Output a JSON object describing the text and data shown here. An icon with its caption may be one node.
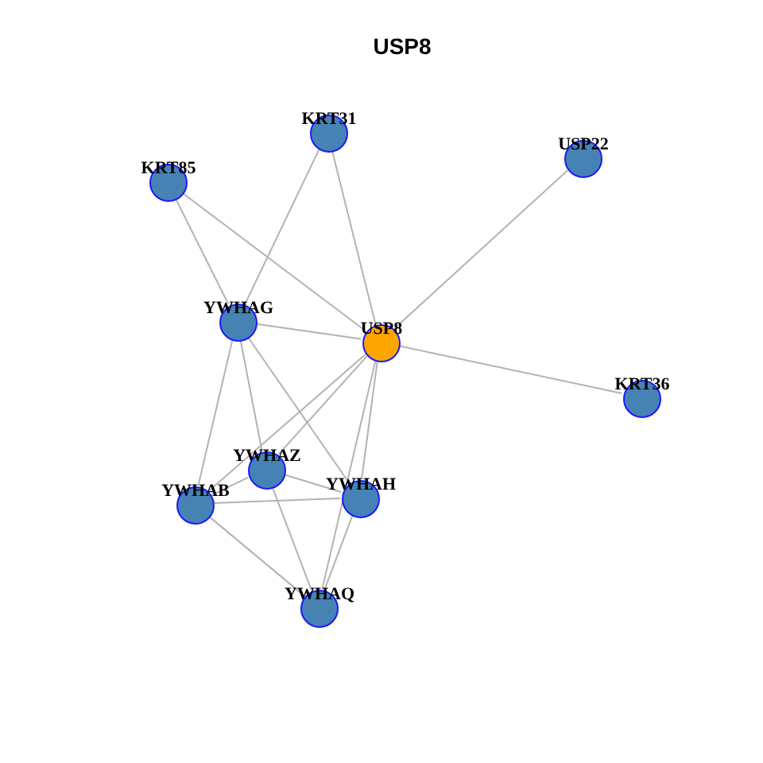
{
  "diagram": {
    "title": "USP8",
    "nodes": [
      {
        "text": [
          "USP8"
        ]
      },
      {
        "text": [
          "KRT31"
        ]
      },
      {
        "text": [
          "USP22"
        ]
      },
      {
        "text": [
          "KRT85"
        ]
      },
      {
        "text": [
          "YWHAG"
        ]
      },
      {
        "text": [
          "KRT36"
        ]
      },
      {
        "text": [
          "YWHAZ"
        ]
      },
      {
        "text": [
          "YWHAB"
        ]
      },
      {
        "text": [
          "YWHAH"
        ]
      },
      {
        "text": [
          "YWHAQ"
        ]
      }
    ],
    "edges": [
      {
        "from": 1,
        "to": 0,
        "arrow": "none"
      },
      {
        "from": 1,
        "to": 4,
        "arrow": "none"
      },
      {
        "from": 2,
        "to": 0,
        "arrow": "none"
      },
      {
        "from": 3,
        "to": 0,
        "arrow": "none"
      },
      {
        "from": 3,
        "to": 4,
        "arrow": "none"
      },
      {
        "from": 4,
        "to": 0,
        "arrow": "none"
      },
      {
        "from": 0,
        "to": 5,
        "arrow": "none"
      },
      {
        "from": 0,
        "to": 6,
        "arrow": "none"
      },
      {
        "from": 0,
        "to": 7,
        "arrow": "none"
      },
      {
        "from": 0,
        "to": 8,
        "arrow": "none"
      },
      {
        "from": 0,
        "to": 9,
        "arrow": "none"
      },
      {
        "from": 4,
        "to": 7,
        "arrow": "none"
      },
      {
        "from": 4,
        "to": 6,
        "arrow": "none"
      },
      {
        "from": 4,
        "to": 8,
        "arrow": "none"
      },
      {
        "from": 6,
        "to": 7,
        "arrow": "none"
      },
      {
        "from": 6,
        "to": 8,
        "arrow": "none"
      },
      {
        "from": 6,
        "to": 9,
        "arrow": "none"
      },
      {
        "from": 7,
        "to": 8,
        "arrow": "none"
      },
      {
        "from": 7,
        "to": 9,
        "arrow": "none"
      },
      {
        "from": 8,
        "to": 9,
        "arrow": "none"
      }
    ]
  }
}
